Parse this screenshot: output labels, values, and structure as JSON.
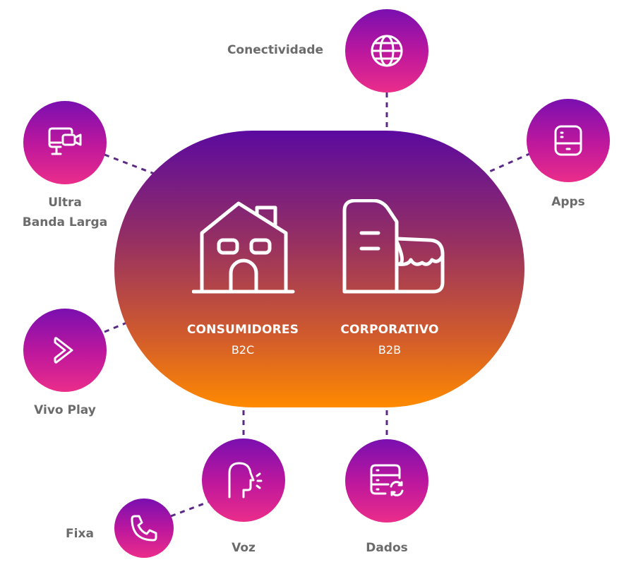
{
  "hub": {
    "consumidores": {
      "title": "CONSUMIDORES",
      "subtitle": "B2C"
    },
    "corporativo": {
      "title": "CORPORATIVO",
      "subtitle": "B2B"
    }
  },
  "services": [
    {
      "key": "conectividade",
      "label": "Conectividade",
      "icon": "globe-icon"
    },
    {
      "key": "apps",
      "label": "Apps",
      "icon": "device-icon"
    },
    {
      "key": "ultra",
      "label": "Ultra\nBanda Larga",
      "icon": "monitor-camera-icon"
    },
    {
      "key": "vivo_play",
      "label": "Vivo Play",
      "icon": "chevron-right-icon"
    },
    {
      "key": "voz",
      "label": "Voz",
      "icon": "speaking-head-icon"
    },
    {
      "key": "dados",
      "label": "Dados",
      "icon": "data-sync-icon"
    },
    {
      "key": "fixa",
      "label": "Fixa",
      "icon": "phone-icon"
    }
  ],
  "colors": {
    "hub_top": "#5b0aa0",
    "hub_bottom": "#ff8a00",
    "node_top": "#7a0fb0",
    "node_bottom": "#ea2d8a",
    "connector": "#5b2a86",
    "label": "#6b6b6b"
  }
}
